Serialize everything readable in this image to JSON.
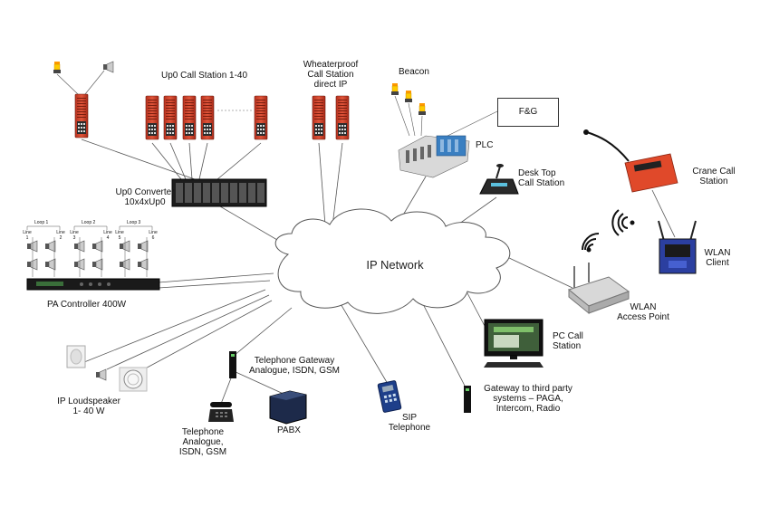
{
  "network": {
    "label": "IP Network"
  },
  "nodes": {
    "up0_call_station": "Up0 Call Station 1-40",
    "weatherproof": [
      "Wheaterproof",
      "Call Station",
      "direct IP"
    ],
    "beacon": "Beacon",
    "fg": "F&G",
    "plc": "PLC",
    "desk_top": [
      "Desk Top",
      "Call Station"
    ],
    "crane": [
      "Crane Call",
      "Station"
    ],
    "up0_converter": [
      "Up0 Converter",
      "10x4xUp0"
    ],
    "pa_controller": "PA Controller 400W",
    "wlan_client": [
      "WLAN",
      "Client"
    ],
    "wlan_ap": [
      "WLAN",
      "Access Point"
    ],
    "pc_call": [
      "PC Call",
      "Station"
    ],
    "ip_loudspeaker": [
      "IP Loudspeaker",
      "1- 40 W"
    ],
    "tel_gateway": [
      "Telephone Gateway",
      "Analogue, ISDN, GSM"
    ],
    "telephone": [
      "Telephone",
      "Analogue,",
      "ISDN, GSM"
    ],
    "pabx": "PABX",
    "sip": [
      "SIP",
      "Telephone"
    ],
    "third_party": [
      "Gateway to third party",
      "systems – PAGA,",
      "Intercom, Radio"
    ]
  },
  "pa_detail": {
    "loops": [
      "Loop 1",
      "Loop 2",
      "Loop 3"
    ],
    "lines": [
      {
        "t": "Line",
        "n": "1"
      },
      {
        "t": "Line",
        "n": "2"
      },
      {
        "t": "Line",
        "n": "3"
      },
      {
        "t": "Line",
        "n": "4"
      },
      {
        "t": "Line",
        "n": "5"
      },
      {
        "t": "Line",
        "n": "6"
      }
    ]
  }
}
